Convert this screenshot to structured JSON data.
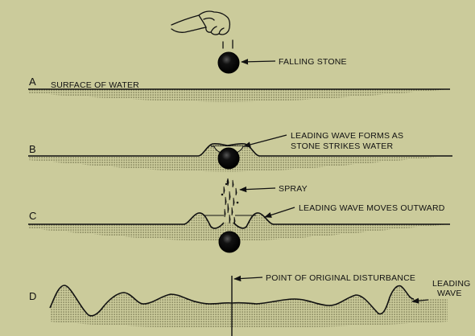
{
  "panels": {
    "a": {
      "letter": "A",
      "surface_label": "SURFACE OF WATER",
      "stone_label": "FALLING STONE"
    },
    "b": {
      "letter": "B",
      "wave_label_line1": "LEADING WAVE FORMS AS",
      "wave_label_line2": "STONE STRIKES WATER"
    },
    "c": {
      "letter": "C",
      "spray_label": "SPRAY",
      "wave_label": "LEADING WAVE MOVES OUTWARD"
    },
    "d": {
      "letter": "D",
      "origin_label": "POINT OF ORIGINAL DISTURBANCE",
      "wave_label_line1": "LEADING",
      "wave_label_line2": "WAVE"
    }
  },
  "colors": {
    "background": "#cbcb9b",
    "ink": "#111111",
    "water_dots": "#555533"
  }
}
